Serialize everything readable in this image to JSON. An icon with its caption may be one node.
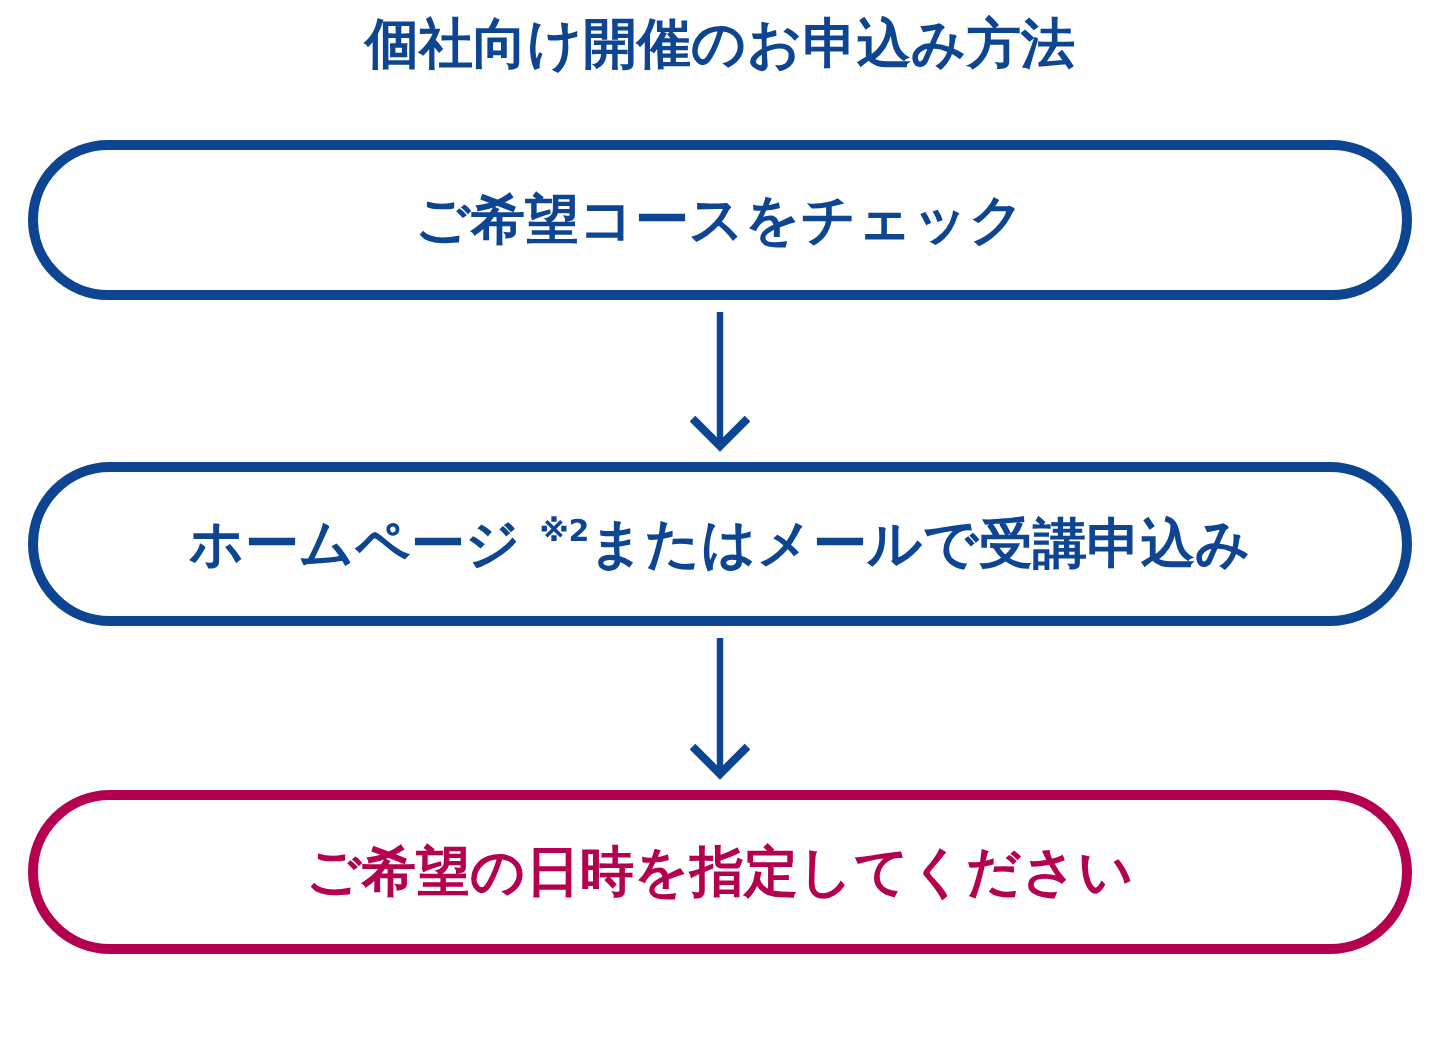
{
  "diagram": {
    "title": "個社向け開催のお申込み方法",
    "nodes": [
      {
        "text": [
          "ご希望コースをチェック"
        ]
      },
      {
        "text": [
          "ホームページ $^{※2}$またはメールで受講申込み"
        ]
      },
      {
        "text": [
          "ご希望の日時を指定してください"
        ]
      }
    ],
    "edges": [
      {
        "from": 0,
        "to": 1,
        "arrow": "to"
      },
      {
        "from": 1,
        "to": 2,
        "arrow": "to"
      }
    ]
  }
}
